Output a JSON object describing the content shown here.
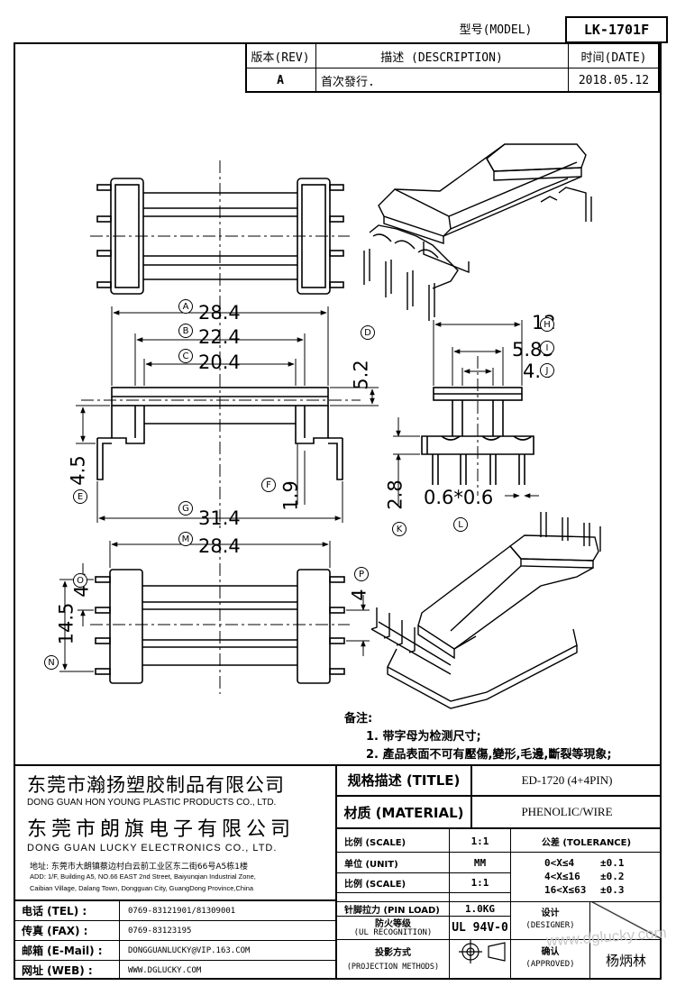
{
  "header": {
    "model_label": "型号(MODEL)",
    "model_value": "LK-1701F",
    "rev_label": "版本(REV)",
    "desc_label": "描述 (DESCRIPTION)",
    "date_label": "时间(DATE)",
    "rev_value": "A",
    "desc_value": "首次發行.",
    "date_value": "2018.05.12"
  },
  "dimensions": {
    "A": "28.4",
    "B": "22.4",
    "C": "20.4",
    "D": "5.2",
    "E": "4.5",
    "F": "1.9",
    "G": "31.4",
    "H": "12",
    "I": "5.85",
    "J": "4.4",
    "K": "2.8",
    "L": "0.6*0.6",
    "M": "28.4",
    "N": "14.5",
    "O": "4",
    "P": "4"
  },
  "notes": {
    "title": "备注:",
    "items": [
      "1. 带字母为检测尺寸;",
      "2. 產品表面不可有壓傷,變形,毛邊,斷裂等現象;"
    ]
  },
  "company": {
    "name1_cn": "东莞市瀚扬塑胶制品有限公司",
    "name1_en": "DONG GUAN HON YOUNG PLASTIC PRODUCTS CO., LTD.",
    "name2_cn": "东莞市朗旗电子有限公司",
    "name2_en": "DONG GUAN LUCKY ELECTRONICS CO., LTD.",
    "addr_cn": "地址: 东莞市大朗镇蔡边村白云前工业区东二街66号A5栋1楼",
    "addr_en1": "ADD: 1/F, Building A5, NO.66 EAST 2nd Street, Baiyunqian Industrial Zone,",
    "addr_en2": "Caibian Village, Dalang Town, Dongguan City, GuangDong Province,China",
    "tel_label": "电话 (TEL) :",
    "tel_value": "0769-83121901/81309001",
    "fax_label": "传真 (FAX) :",
    "fax_value": "0769-83123195",
    "mail_label": "邮箱 (E-Mail) :",
    "mail_value": "DONGGUANLUCKY@VIP.163.COM",
    "web_label": "网址 (WEB) :",
    "web_value": "WWW.DGLUCKY.COM"
  },
  "spec": {
    "title_label": "规格描述 (TITLE)",
    "title_value": "ED-1720 (4+4PIN)",
    "material_label": "材质 (MATERIAL)",
    "material_value": "PHENOLIC/WIRE",
    "scale_label": "比例 (SCALE)",
    "scale_value": "1:1",
    "unit_label": "单位 (UNIT)",
    "unit_value": "MM",
    "scale2_label": "比例 (SCALE)",
    "scale2_value": "1:1",
    "pinload_label": "针脚拉力 (PIN LOAD)",
    "pinload_value": "1.0KG",
    "ul_label1": "防火等级",
    "ul_label2": "(UL RECOGNITION)",
    "ul_value": "UL 94V-0",
    "proj_label1": "投影方式",
    "proj_label2": "(PROJECTION METHODS)",
    "tolerance_title": "公差 (TOLERANCE)",
    "tol1_range": "0<X≤4",
    "tol1_value": "±0.1",
    "tol2_range": "4<X≤16",
    "tol2_value": "±0.2",
    "tol3_range": "16<X≤63",
    "tol3_value": "±0.3",
    "designer_label1": "设计",
    "designer_label2": "(DESIGNER)",
    "approved_label1": "确认",
    "approved_label2": "(APPROVED)",
    "approved_value": "杨炳林",
    "watermark": "www.dglucky.com"
  }
}
